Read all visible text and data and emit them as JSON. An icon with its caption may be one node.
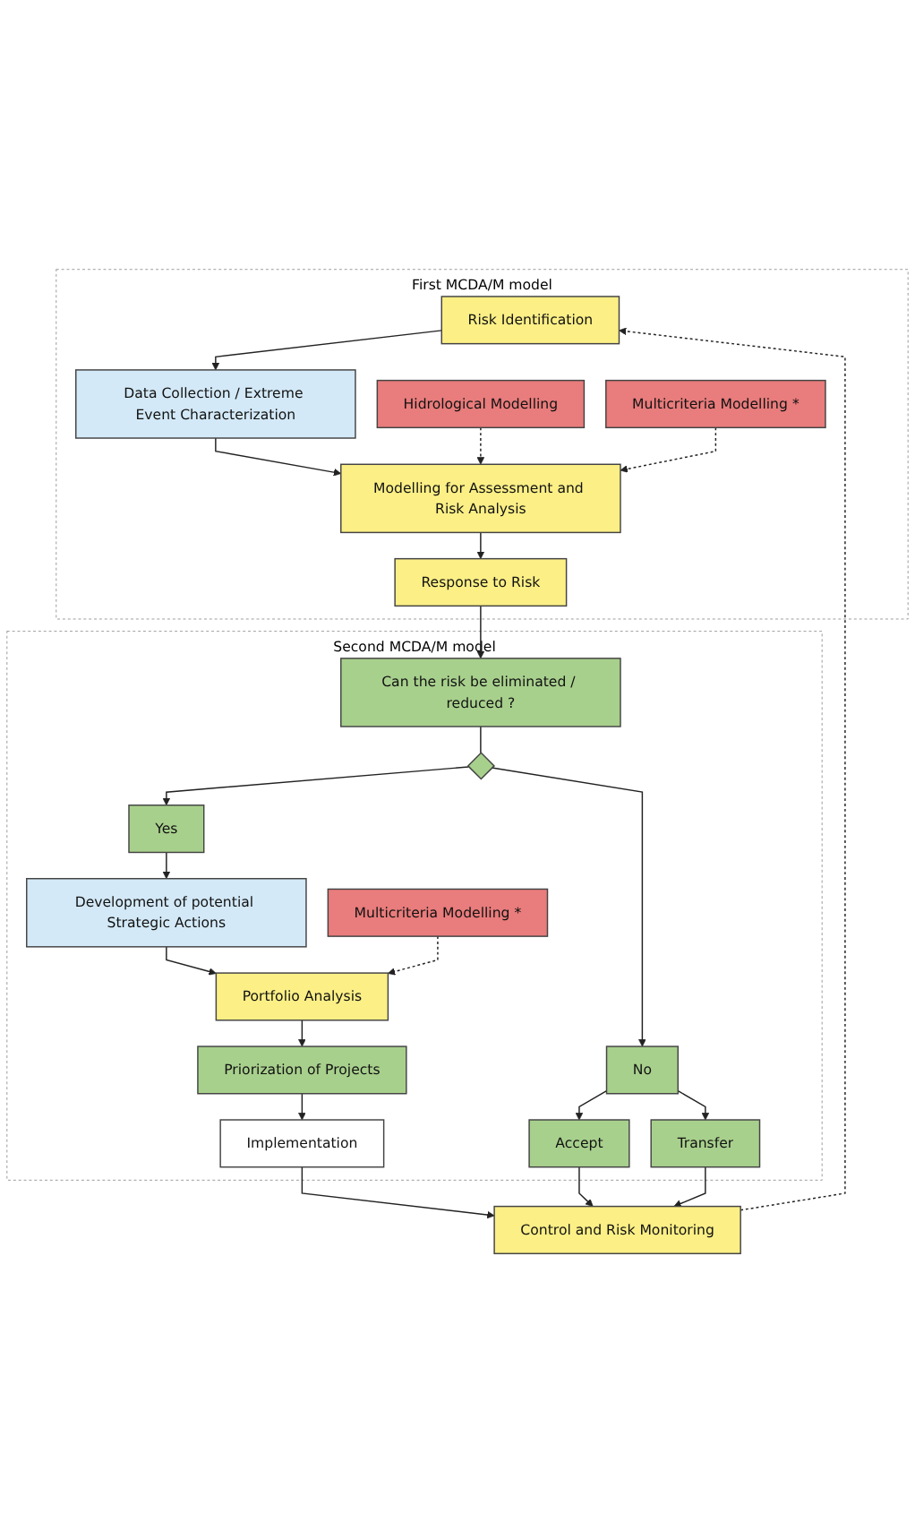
{
  "diagram": {
    "nodes": [
      {
        "text": [
          "First MCDA/M model"
        ]
      },
      {
        "text": [
          "Risk Identification"
        ],
        "in": 0
      },
      {
        "text": [
          "Data Collection / Extreme Event Characterization"
        ],
        "in": 0
      },
      {
        "text": [
          "Hidrological Modelling"
        ],
        "in": 0
      },
      {
        "text": [
          "Modelling for Assessment and Risk Analysis"
        ],
        "in": 0
      },
      {
        "text": [
          "Multicriteria Modelling *"
        ],
        "in": 0
      },
      {
        "text": [
          "Response to Risk"
        ],
        "in": 0
      },
      {
        "text": [
          "Second MCDA/M model"
        ]
      },
      {
        "text": [
          "Can the risk be eliminated / reduced ?"
        ],
        "in": 7
      },
      {
        "text": [],
        "shape": "diamond",
        "in": 7
      },
      {
        "text": [
          "Yes"
        ],
        "in": 7
      },
      {
        "text": [
          "No"
        ],
        "in": 7
      },
      {
        "text": [
          "Development of potential Strategic Actions"
        ],
        "in": 7
      },
      {
        "text": [
          "Multicriteria Modelling *"
        ],
        "in": 7
      },
      {
        "text": [
          "Portfolio Analysis"
        ],
        "in": 7
      },
      {
        "text": [
          "Priorization of Projects"
        ],
        "in": 7
      },
      {
        "text": [
          "Implementation"
        ],
        "in": 7
      },
      {
        "text": [
          "Accept"
        ],
        "in": 7
      },
      {
        "text": [
          "Transfer"
        ],
        "in": 7
      },
      {
        "text": [
          "Control and Risk Monitoring"
        ]
      }
    ],
    "edges": [
      {
        "from": 1,
        "to": 2,
        "arrow": "to"
      },
      {
        "from": 2,
        "to": 4,
        "arrow": "to"
      },
      {
        "from": 3,
        "to": 4,
        "arrow": "to",
        "style": "dashed"
      },
      {
        "from": 5,
        "to": 4,
        "arrow": "to",
        "style": "dashed"
      },
      {
        "from": 4,
        "to": 6,
        "arrow": "to"
      },
      {
        "from": 6,
        "to": 8,
        "arrow": "to"
      },
      {
        "from": 8,
        "to": 9,
        "arrow": "none"
      },
      {
        "from": 9,
        "to": 10,
        "arrow": "to"
      },
      {
        "from": 9,
        "to": 11,
        "arrow": "to"
      },
      {
        "from": 10,
        "to": 12,
        "arrow": "to"
      },
      {
        "from": 12,
        "to": 14,
        "arrow": "to"
      },
      {
        "from": 13,
        "to": 14,
        "arrow": "to",
        "style": "dashed"
      },
      {
        "from": 14,
        "to": 15,
        "arrow": "to"
      },
      {
        "from": 15,
        "to": 16,
        "arrow": "to"
      },
      {
        "from": 11,
        "to": 17,
        "arrow": "to"
      },
      {
        "from": 11,
        "to": 18,
        "arrow": "to"
      },
      {
        "from": 16,
        "to": 19,
        "arrow": "to"
      },
      {
        "from": 17,
        "to": 19,
        "arrow": "to"
      },
      {
        "from": 18,
        "to": 19,
        "arrow": "to"
      },
      {
        "from": 19,
        "to": 1,
        "arrow": "to",
        "style": "dashed"
      }
    ]
  }
}
